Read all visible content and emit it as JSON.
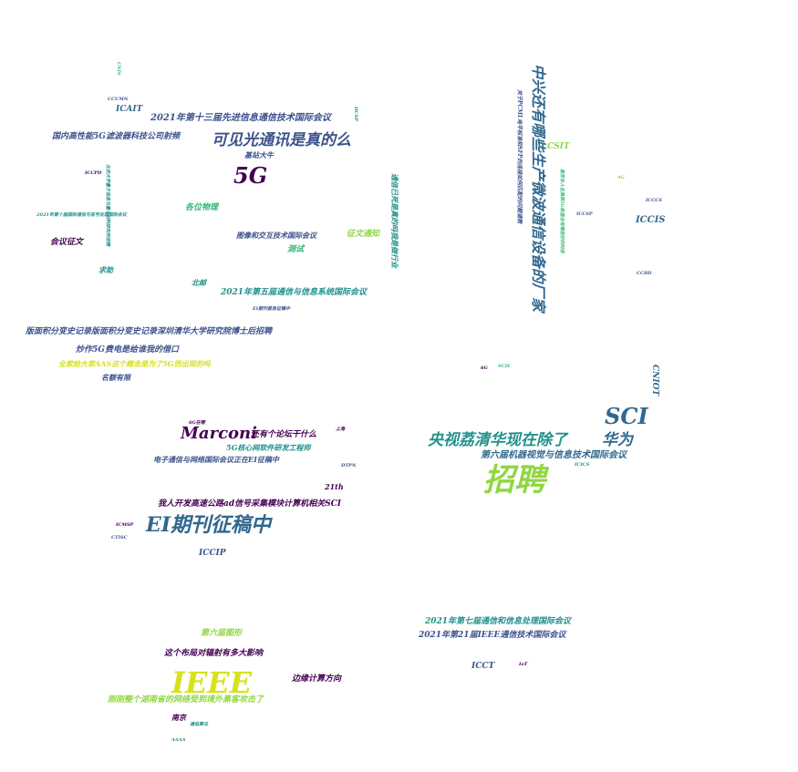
{
  "palette": {
    "dark_purple": "#440154",
    "indigo": "#3b528b",
    "blue": "#31688e",
    "teal": "#21918c",
    "green": "#35b779",
    "lime": "#90d743",
    "yellow": "#d8e219"
  },
  "words": [
    {
      "text": "招聘",
      "color": "#90d743"
    },
    {
      "text": "IEEE",
      "color": "#d8e219"
    },
    {
      "text": "EI期刊征稿中",
      "color": "#31688e"
    },
    {
      "text": "5G",
      "color": "#440154"
    },
    {
      "text": "SCI",
      "color": "#31688e"
    },
    {
      "text": "Marconi",
      "color": "#440154"
    },
    {
      "text": "可见光通讯是真的么",
      "color": "#3b528b"
    },
    {
      "text": "华为",
      "color": "#31688e"
    },
    {
      "text": "中兴还有哪些生产微波通信设备的厂家",
      "color": "#31688e"
    },
    {
      "text": "央视荔清华现在除了",
      "color": "#21918c"
    },
    {
      "text": "第六届机器视觉与信息技术国际会议",
      "color": "#31688e"
    },
    {
      "text": "2021年第十三届先进信息通信技术国际会议",
      "color": "#3b528b"
    },
    {
      "text": "国内高性能5G滤波器科技公司射频",
      "color": "#3b528b"
    },
    {
      "text": "基站大牛",
      "color": "#3b528b"
    },
    {
      "text": "各位物理",
      "color": "#35b779"
    },
    {
      "text": "图像和交互技术国际会议",
      "color": "#3b528b"
    },
    {
      "text": "测试",
      "color": "#35b779"
    },
    {
      "text": "征文通知",
      "color": "#90d743"
    },
    {
      "text": "会议征文",
      "color": "#440154"
    },
    {
      "text": "求助",
      "color": "#21918c"
    },
    {
      "text": "北邮",
      "color": "#21918c"
    },
    {
      "text": "2021年第五届通信与信息系统国际会议",
      "color": "#21918c"
    },
    {
      "text": "版面积分变史记录版面积分变史记录深圳清华大学研究院博士后招聘",
      "color": "#3b528b"
    },
    {
      "text": "炒作5G费电是给谁我的借口",
      "color": "#3b528b"
    },
    {
      "text": "全家给大家AAS这个概念是为了5G而出现的吗",
      "color": "#d8e219"
    },
    {
      "text": "名额有限",
      "color": "#3b528b"
    },
    {
      "text": "还有个论坛干什么",
      "color": "#440154"
    },
    {
      "text": "5G核心网软件研发工程师",
      "color": "#21918c"
    },
    {
      "text": "电子通信与网络国际会议正在EI征稿中",
      "color": "#3b528b"
    },
    {
      "text": "我人开发高速公路ad信号采集模块计算机相关SCI",
      "color": "#440154"
    },
    {
      "text": "ICCIP",
      "color": "#3b528b"
    },
    {
      "text": "第六届图形",
      "color": "#90d743"
    },
    {
      "text": "这个布局对辐射有多大影响",
      "color": "#440154"
    },
    {
      "text": "边缘计算方向",
      "color": "#440154"
    },
    {
      "text": "刚刚整个湖南省的网络受到境外黑客攻击了",
      "color": "#90d743"
    },
    {
      "text": "南京",
      "color": "#440154"
    },
    {
      "text": "2021年第七届通信和信息处理国际会议",
      "color": "#21918c"
    },
    {
      "text": "2021年第21届IEEE通信技术国际会议",
      "color": "#3b528b"
    },
    {
      "text": "ICCT",
      "color": "#3b528b"
    },
    {
      "text": "ICAIT",
      "color": "#31688e"
    },
    {
      "text": "ICCIS",
      "color": "#31688e"
    },
    {
      "text": "CNIOT",
      "color": "#31688e"
    },
    {
      "text": "CSIT",
      "color": "#90d743"
    },
    {
      "text": "21th",
      "color": "#440154"
    },
    {
      "text": "2021年第十届国际通信与信号处理国际会议",
      "color": "#21918c"
    },
    {
      "text": "通信已死是真的吗我是做行业",
      "color": "#21918c"
    },
    {
      "text": "关于PCML电平标准和SFP的连接如何匹配的问题请教",
      "color": "#3b528b"
    },
    {
      "text": "是否本人在高铁5G制造业有哪些好的科技",
      "color": "#35b779"
    },
    {
      "text": "EI期刊紧急征稿中",
      "color": "#3b528b"
    },
    {
      "text": "北京大学量子信息与量子材料研究所招聘",
      "color": "#21918c"
    },
    {
      "text": "ICMSP",
      "color": "#440154"
    },
    {
      "text": "CTISC",
      "color": "#3b528b"
    },
    {
      "text": "ICICS",
      "color": "#21918c"
    },
    {
      "text": "ICCSP",
      "color": "#3b528b"
    },
    {
      "text": "ICCCS",
      "color": "#3b528b"
    },
    {
      "text": "DTPN",
      "color": "#3b528b"
    },
    {
      "text": "CCBD",
      "color": "#3b528b"
    },
    {
      "text": "ICCPD",
      "color": "#440154"
    },
    {
      "text": "IICSP",
      "color": "#21918c"
    },
    {
      "text": "6G在哪",
      "color": "#440154"
    },
    {
      "text": "CCUMN",
      "color": "#3b528b"
    },
    {
      "text": "CNIS",
      "color": "#35b779"
    },
    {
      "text": "4G",
      "color": "#90d743"
    },
    {
      "text": "IoT",
      "color": "#440154"
    },
    {
      "text": "上海",
      "color": "#440154"
    },
    {
      "text": "SCIE",
      "color": "#35b779"
    },
    {
      "text": "6G",
      "color": "#440154"
    },
    {
      "text": "通信算法",
      "color": "#21918c"
    },
    {
      "text": "AAAA",
      "color": "#21918c"
    }
  ]
}
